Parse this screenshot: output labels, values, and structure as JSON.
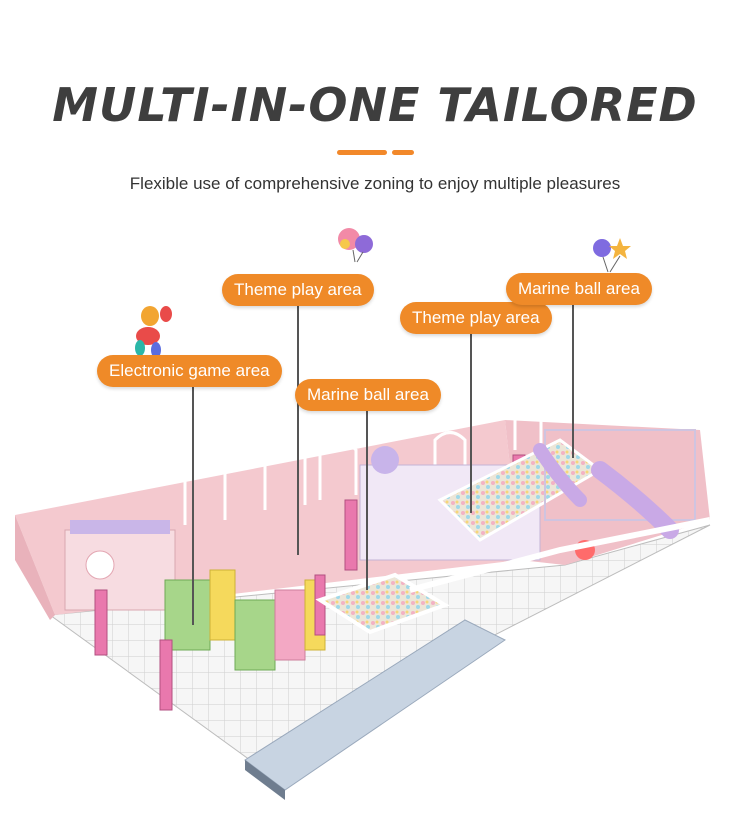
{
  "header": {
    "title": "MULTI-IN-ONE TAILORED",
    "subtitle": "Flexible use of comprehensive zoning to enjoy multiple pleasures"
  },
  "callouts": {
    "electronic_game": "Electronic game area",
    "theme_play_left": "Theme play area",
    "marine_ball_left": "Marine ball area",
    "theme_play_right": "Theme play area",
    "marine_ball_right": "Marine ball area"
  },
  "colors": {
    "accent": "#ef8a28",
    "title": "#3e3e3e",
    "wall_pink": "#f4c9cf",
    "floor_tile": "#f7f7f7"
  }
}
